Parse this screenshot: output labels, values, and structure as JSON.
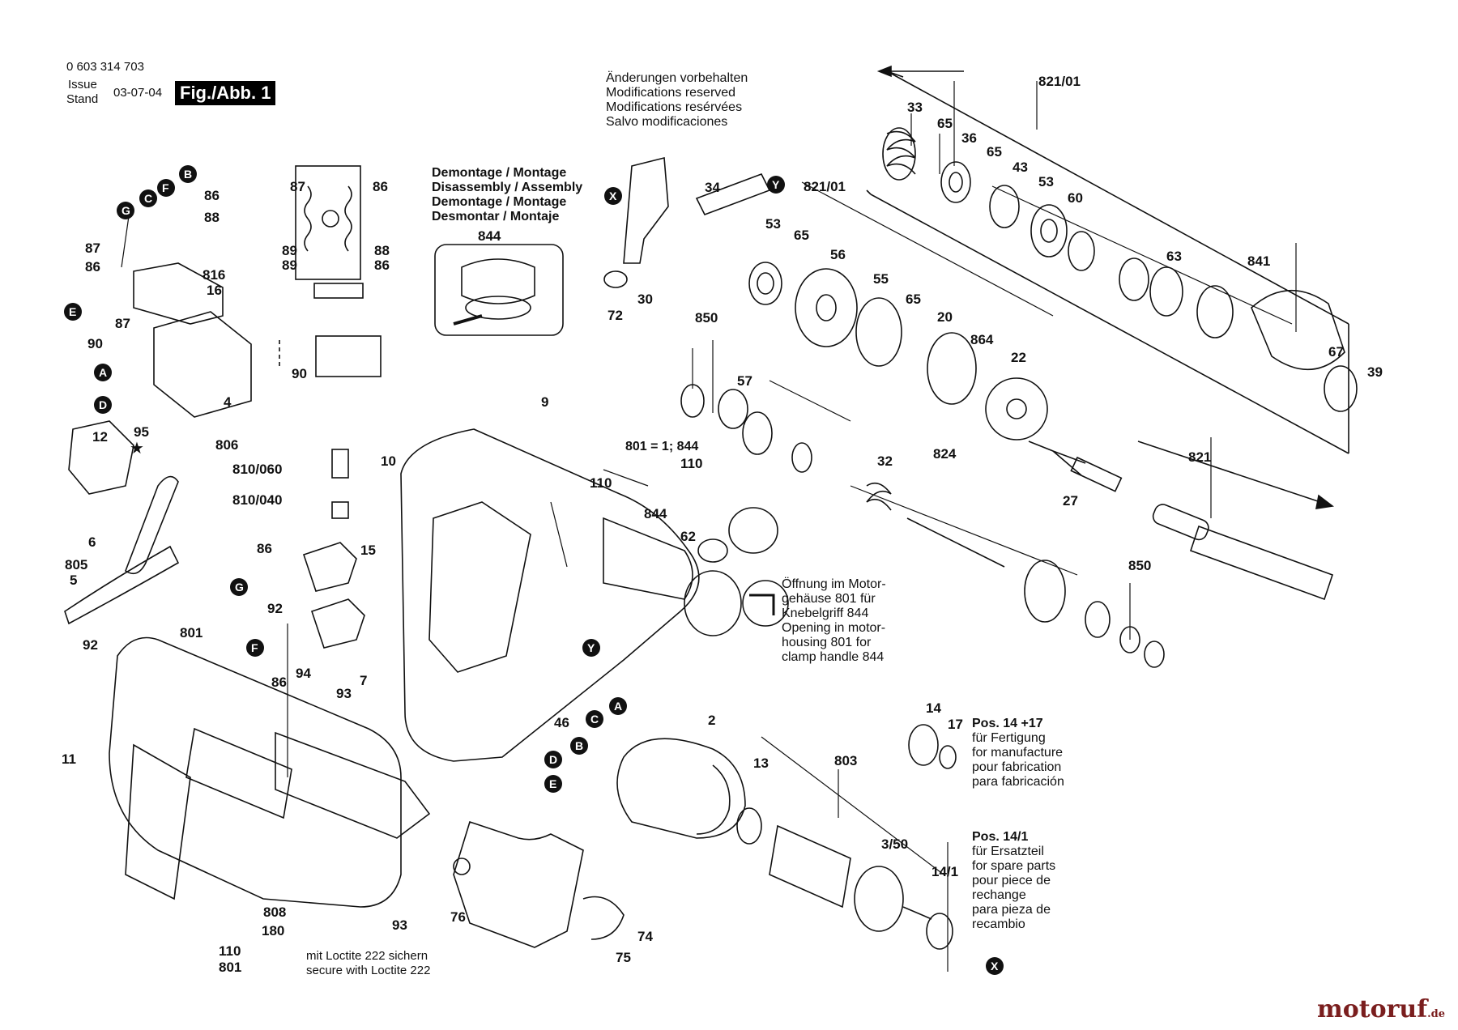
{
  "header": {
    "part_number": "0 603 314 703",
    "issue_label": "Issue",
    "stand_label": "Stand",
    "date": "03-07-04",
    "figure_badge": "Fig./Abb. 1"
  },
  "notes": {
    "modifications": [
      "Änderungen vorbehalten",
      "Modifications reserved",
      "Modifications resérvées",
      "Salvo modificaciones"
    ],
    "disassembly": [
      "Demontage / Montage",
      "Disassembly / Assembly",
      "Demontage / Montage",
      "Desmontar / Montaje"
    ],
    "opening": [
      "Öffnung im Motor-",
      "gehäuse 801 für",
      "Knebelgriff 844",
      "Opening in motor-",
      "housing 801 for",
      "clamp handle 844"
    ],
    "pos_14_17": [
      "Pos. 14 +17",
      "für Fertigung",
      "for manufacture",
      "pour fabrication",
      "para fabricación"
    ],
    "pos_14_1": [
      "Pos. 14/1",
      "für Ersatzteil",
      "for spare parts",
      "pour piece de",
      "rechange",
      "para pieza de",
      "recambio"
    ],
    "loctite": [
      "mit Loctite 222 sichern",
      "secure with Loctite 222"
    ],
    "assembly_ref": "801 = 1; 844"
  },
  "callouts": [
    "87",
    "86",
    "88",
    "816",
    "16",
    "4",
    "90",
    "87",
    "95",
    "12",
    "806",
    "6",
    "805",
    "5",
    "810/060",
    "810/040",
    "10",
    "9",
    "110",
    "801",
    "844",
    "62",
    "86",
    "15",
    "92",
    "94",
    "86",
    "7",
    "93",
    "92",
    "801",
    "11",
    "808",
    "180",
    "110",
    "801",
    "93",
    "76",
    "74",
    "75",
    "46",
    "2",
    "13",
    "803",
    "3/50",
    "14/1",
    "14",
    "17",
    "72",
    "30",
    "34",
    "33",
    "65",
    "36",
    "65",
    "43",
    "53",
    "60",
    "821/01",
    "821/01",
    "53",
    "65",
    "56",
    "55",
    "65",
    "20",
    "864",
    "22",
    "850",
    "57",
    "32",
    "824",
    "27",
    "63",
    "841",
    "67",
    "39",
    "821",
    "850",
    "844"
  ],
  "letter_markers": [
    "B",
    "F",
    "C",
    "G",
    "E",
    "A",
    "D",
    "G",
    "F",
    "Y",
    "X",
    "Y",
    "A",
    "C",
    "B",
    "D",
    "E",
    "X"
  ],
  "logo": {
    "name": "motoruf",
    "suffix": ".de"
  },
  "colors": {
    "ink": "#111111",
    "logo": "#7a1e1e"
  }
}
